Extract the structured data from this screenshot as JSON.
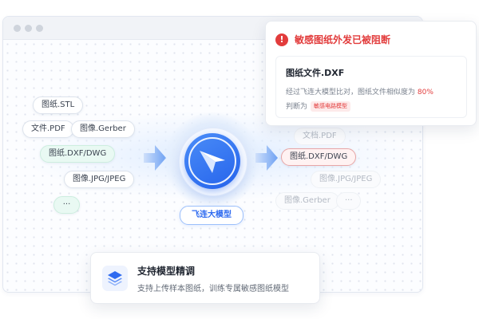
{
  "input_files": [
    "图纸.STL",
    "文件.PDF",
    "图像.Gerber",
    "图纸.DXF/DWG",
    "图像.JPG/JPEG",
    "···"
  ],
  "output_files": {
    "faded_1": "文档.PDF",
    "blocked": "图纸.DXF/DWG",
    "faded_2": "图像.JPG/JPEG",
    "faded_3": "图像.Gerber",
    "more": "···"
  },
  "model": {
    "label": "飞连大模型"
  },
  "alert": {
    "icon": "alert-icon",
    "title": "敏感图纸外发已被阻断",
    "file_name": "图纸文件.DXF",
    "description_prefix": "经过飞连大模型比对，图纸文件相似度为 ",
    "similarity": "80%",
    "judged_prefix": "判断为",
    "tag": "敏感电路模型"
  },
  "feature_card": {
    "icon": "layers-icon",
    "title": "支持模型精调",
    "subtitle": "支持上传样本图纸，训练专属敏感图纸模型"
  },
  "colors": {
    "accent": "#2563eb",
    "danger": "#e23c3c",
    "green_chip": "#e9f9f3"
  }
}
